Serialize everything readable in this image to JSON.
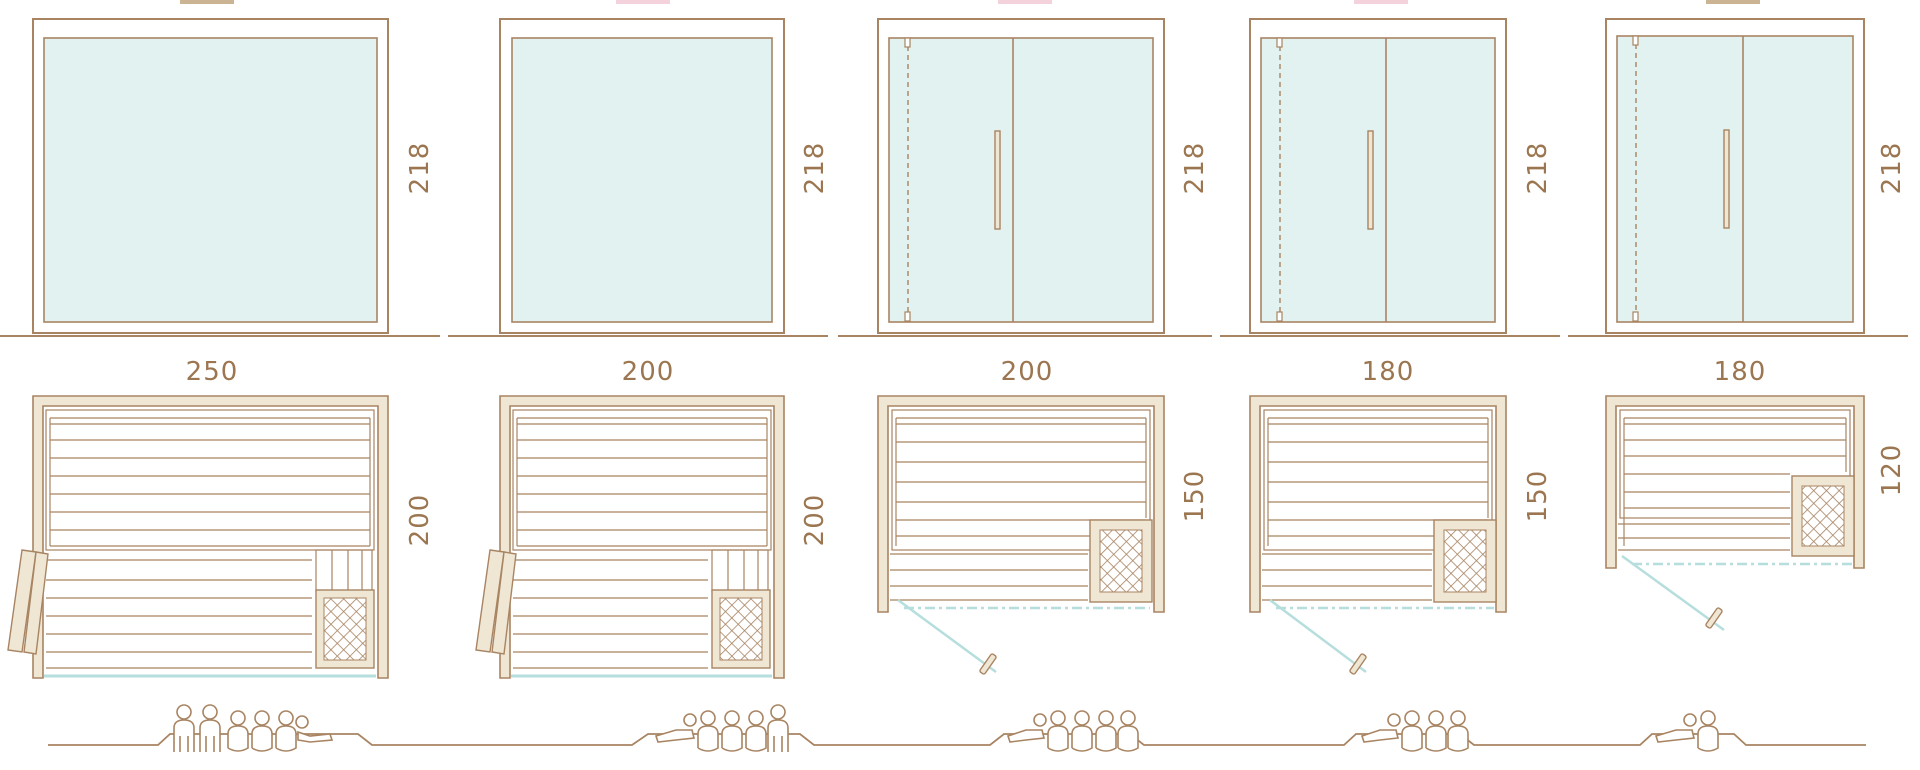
{
  "title": "",
  "colors": {
    "line": "#a88462",
    "glass": "#e2f2f0",
    "wood": "#efe6d3",
    "accent_pink": "#f3d2dc",
    "accent_tan": "#cbb493",
    "door_swing": "#b6dedd"
  },
  "models": [
    {
      "front_width": "",
      "front_height": "218",
      "plan_width": "250",
      "plan_depth": "200",
      "front_style": "single-pane",
      "plan_style": "large-corner-bench",
      "people_icons": [
        "standing-person-icon",
        "standing-person-icon",
        "sitting-person-icon",
        "sitting-person-icon",
        "sitting-person-icon",
        "reclining-person-icon"
      ]
    },
    {
      "front_width": "",
      "front_height": "218",
      "plan_width": "200",
      "plan_depth": "200",
      "front_style": "single-pane",
      "plan_style": "large-corner-bench",
      "people_icons": [
        "reclining-person-icon",
        "sitting-person-icon",
        "sitting-person-icon",
        "sitting-person-icon",
        "standing-person-icon"
      ]
    },
    {
      "front_width": "",
      "front_height": "218",
      "plan_width": "200",
      "plan_depth": "150",
      "front_style": "glass-door",
      "plan_style": "swing-door",
      "people_icons": [
        "reclining-person-icon",
        "sitting-person-icon",
        "sitting-person-icon",
        "sitting-person-icon",
        "sitting-person-icon"
      ]
    },
    {
      "front_width": "",
      "front_height": "218",
      "plan_width": "180",
      "plan_depth": "150",
      "front_style": "glass-door",
      "plan_style": "swing-door",
      "people_icons": [
        "reclining-person-icon",
        "sitting-person-icon",
        "sitting-person-icon",
        "sitting-person-icon"
      ]
    },
    {
      "front_width": "",
      "front_height": "218",
      "plan_width": "180",
      "plan_depth": "120",
      "front_style": "glass-door",
      "plan_style": "swing-door-small",
      "people_icons": [
        "reclining-person-icon",
        "sitting-person-icon"
      ]
    }
  ]
}
